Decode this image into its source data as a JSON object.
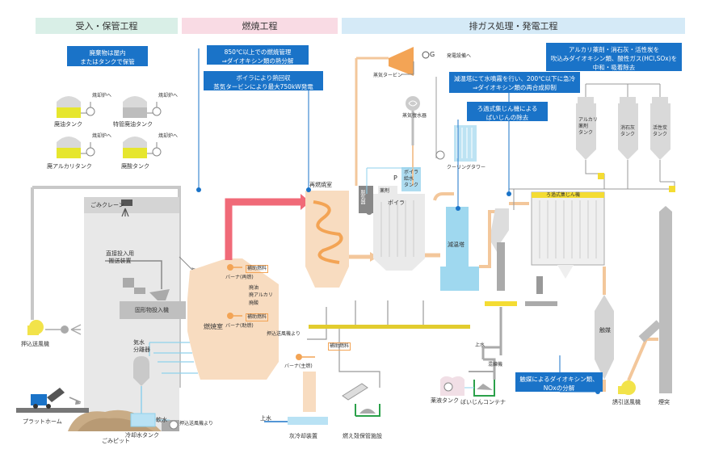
{
  "headers": {
    "storage": "受入・保管工程",
    "combustion": "燃焼工程",
    "exhaust": "排ガス処理・発電工程"
  },
  "notes": {
    "storage": "廃棄物は屋内\nまたはタンクで保管",
    "temp850": "850℃以上での燃焼管理\n⇒ダイオキシン類の熱分解",
    "boiler": "ボイラにより熱回収\n蒸気タービンにより最大750kW発電",
    "cooling": "減温塔にて水噴霧を行い、200℃以下に急冷\n⇒ダイオキシン類の再合成抑制",
    "dust": "ろ過式集じん機による\nばいじんの除去",
    "chem": "アルカリ薬剤・消石灰・活性炭を\n吹込みダイオキシン類、酸性ガス(HCl,SOx)を\n中和・吸着除去",
    "catalyst": "触媒によるダイオキシン類、\nNOxの分解"
  },
  "labels": {
    "waste_oil_tank": "廃油タンク",
    "special_oil_tank": "特管廃油タンク",
    "alkali_tank": "廃アルカリタンク",
    "acid_tank": "廃酸タンク",
    "to_incinerator": "焼却炉へ",
    "to_incinerator2": "焼却炉へ",
    "to_incinerator3": "焼却炉へ",
    "to_incinerator4": "焼却炉へ",
    "pump": "P",
    "crane": "ごみクレーン",
    "direct_feed": "直接投入用\n搬送装置",
    "solid_feeder": "固形物投入機",
    "push_fan": "押込送風機",
    "platform": "プラットホーム",
    "pit": "ごみピット",
    "kiln": "燃焼室",
    "burner_a": "バーナ(再燃)",
    "burner_b": "バーナ(助燃)",
    "burner_c": "バーナ(主燃)",
    "waste_oil": "廃油",
    "waste_alk": "廃アルカリ",
    "waste_acid": "廃酸",
    "aux_fuel": "補助燃料",
    "aux_fuel2": "補助燃料",
    "aux_fuel3": "補助燃料",
    "from_push_fan": "押込送風機より",
    "from_push_fan2": "押込送風機より",
    "steam_water_sep": "気水\n分離器",
    "cooling_tank": "冷却水タンク",
    "soft_water": "軟水",
    "supply_water": "上水",
    "ash_cooler": "灰冷却装置",
    "residue_store": "燃え殻保管施設",
    "second_chamber": "再燃焼室",
    "turbine": "蒸気タービン",
    "generator": "G",
    "to_power": "発電設備へ",
    "condenser": "蒸気復水器",
    "cooling_tower": "クーリングタワー",
    "boiler": "ボイラ",
    "deaerator": "脱気器",
    "chem_short": "薬剤",
    "boiler_water": "ボイラ\n給水\nタンク",
    "cooling_tower_label": "減温塔",
    "bag_filter": "ろ過式集じん機",
    "alk_tank": "アルカリ\n薬剤\nタンク",
    "lime_tank": "消石灰\nタンク",
    "carbon_tank": "活性炭\nタンク",
    "catalyst": "触媒",
    "induced_fan": "誘引送風機",
    "stack": "煙突",
    "chem_liquid_tank": "薬液タンク",
    "dust_container": "ばいじんコンテナ",
    "mixer": "混練機",
    "supply_water2": "上水"
  },
  "colors": {
    "hdr_storage": "#d9efe7",
    "hdr_combustion": "#f9dbe4",
    "hdr_exhaust": "#d5eaf7",
    "note_blue": "#1a73c8",
    "flue": "#f3c79b",
    "hot": "#f06a78",
    "water": "#8fd1ec",
    "yellow": "#f4dc33",
    "gray": "#bdbdbd"
  }
}
